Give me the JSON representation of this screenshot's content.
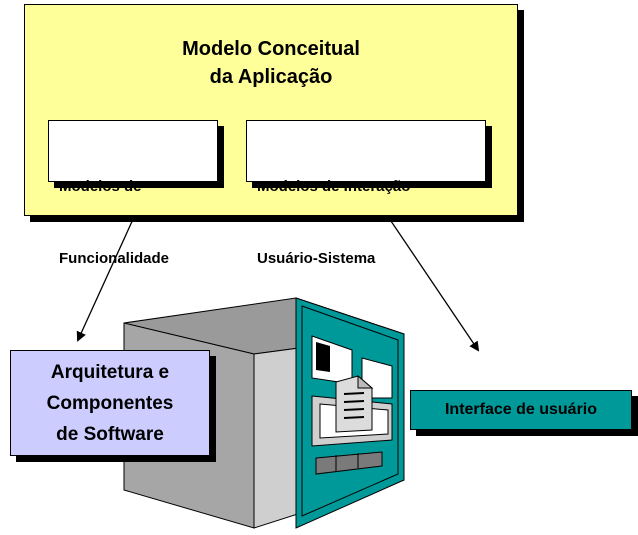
{
  "model": {
    "title_line1": "Modelo Conceitual",
    "title_line2": "da Aplicação",
    "fill": "#ffff99"
  },
  "functionality": {
    "line1": "Modelos de",
    "line2": "Funcionalidade"
  },
  "interaction": {
    "line1": "Modelos de Interação",
    "line2": "Usuário-Sistema"
  },
  "architecture": {
    "line1": "Arquitetura e",
    "line2": "Componentes",
    "line3": "de Software",
    "fill": "#ccccff"
  },
  "user_interface": {
    "label": "Interface de usuário",
    "fill": "#009999"
  },
  "icons": [
    "computer-terminal-icon",
    "document-icon"
  ]
}
